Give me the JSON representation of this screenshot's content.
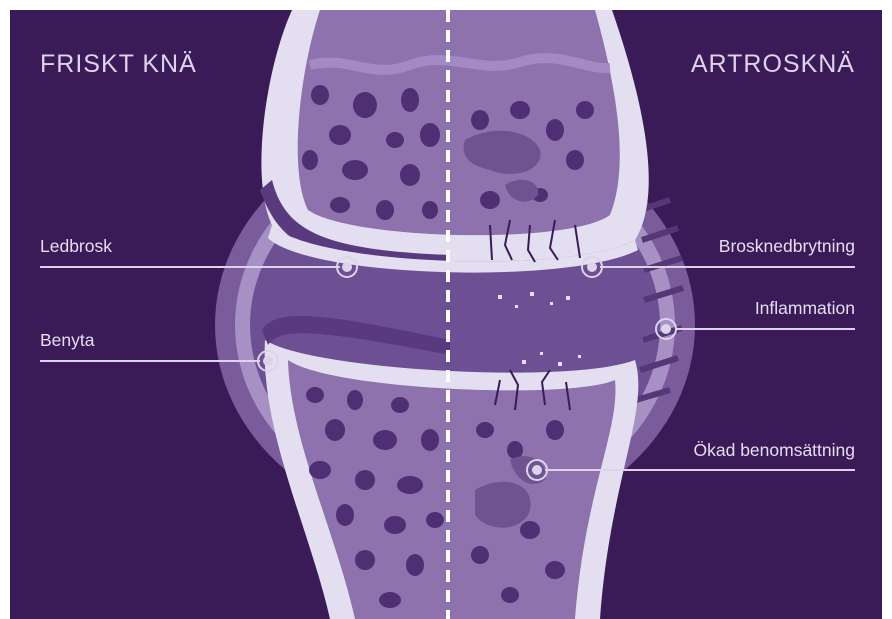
{
  "titles": {
    "healthy": "FRISKT KNÄ",
    "arthritis": "ARTROSKNÄ"
  },
  "labels": {
    "cartilage": "Ledbrosk",
    "bone_surface": "Benyta",
    "cartilage_breakdown": "Brosknedbrytning",
    "inflammation": "Inflammation",
    "bone_turnover": "Ökad benomsättning"
  },
  "colors": {
    "background": "#3b1a58",
    "bone_outer": "#e4dff0",
    "bone_inner": "#8d72ad",
    "capsule": "#a791c4",
    "joint_space": "#6d4f93",
    "holes": "#4f2f73",
    "text": "#e6def0"
  }
}
